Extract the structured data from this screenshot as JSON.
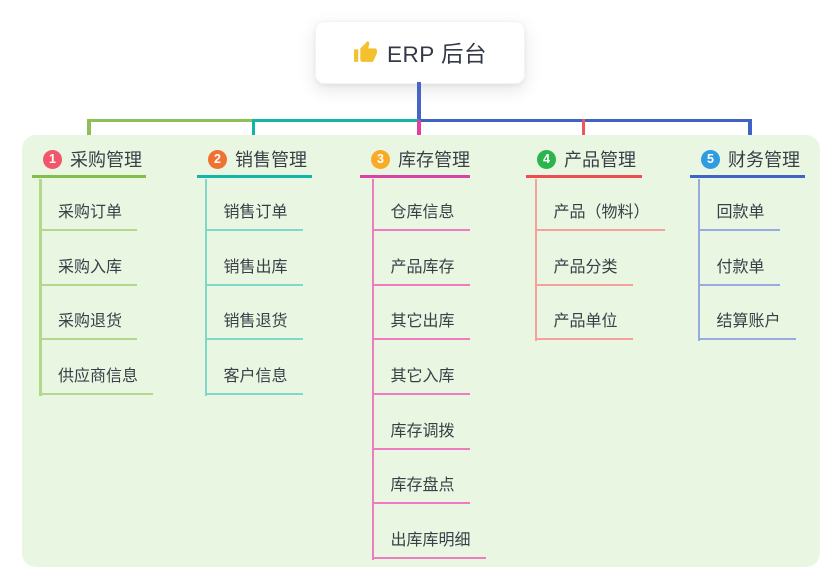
{
  "root": {
    "title": "ERP 后台",
    "icon": "thumbs-up-icon"
  },
  "branches": [
    {
      "number": "1",
      "title": "采购管理",
      "color": "#85bd4a",
      "light_color": "#b2d98b",
      "badge_color": "#f2566a",
      "items": [
        "采购订单",
        "采购入库",
        "采购退货",
        "供应商信息"
      ]
    },
    {
      "number": "2",
      "title": "销售管理",
      "color": "#14b5a9",
      "light_color": "#82d7cb",
      "badge_color": "#ef7233",
      "items": [
        "销售订单",
        "销售出库",
        "销售退货",
        "客户信息"
      ]
    },
    {
      "number": "3",
      "title": "库存管理",
      "color": "#d943a5",
      "light_color": "#ef7cc0",
      "badge_color": "#f9ab27",
      "items": [
        "仓库信息",
        "产品库存",
        "其它出库",
        "其它入库",
        "库存调拨",
        "库存盘点",
        "出库库明细"
      ]
    },
    {
      "number": "4",
      "title": "产品管理",
      "color": "#f14c50",
      "light_color": "#f7a09c",
      "badge_color": "#2db54d",
      "items": [
        "产品（物料）",
        "产品分类",
        "产品单位"
      ]
    },
    {
      "number": "5",
      "title": "财务管理",
      "color": "#3f63c8",
      "light_color": "#97abe2",
      "badge_color": "#2f9ce2",
      "items": [
        "回款单",
        "付款单",
        "结算账户"
      ]
    }
  ],
  "connector": {
    "stem_color": "#4566c8",
    "bus_colors": [
      "#8cc057",
      "#12b4a8",
      "#4062c4"
    ],
    "drop_colors": [
      "#8cc057",
      "#12b4a8",
      "#e0409f",
      "#f0545c",
      "#4062c4"
    ]
  },
  "panel_color": "#e8f6e2",
  "icon_color": "#f5c02e"
}
